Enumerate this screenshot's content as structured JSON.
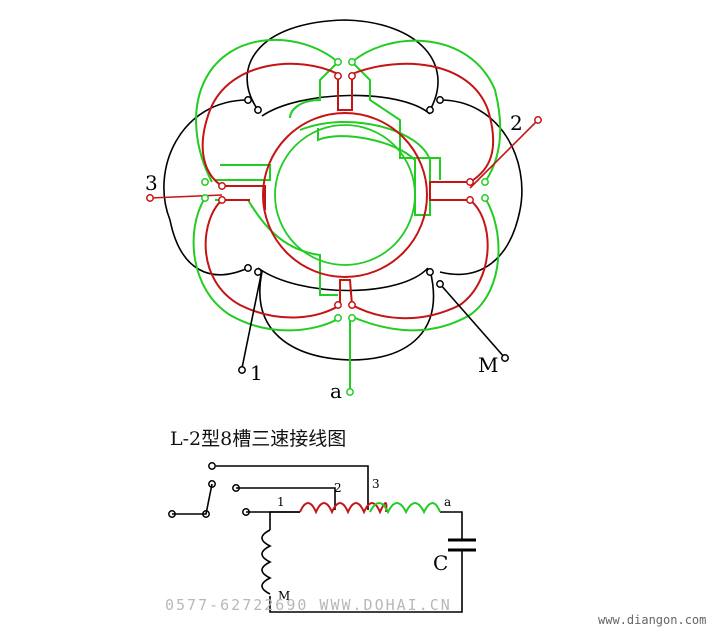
{
  "caption": "L-2型8槽三速接线图",
  "stator": {
    "terminals": {
      "t1": "1",
      "t2": "2",
      "t3": "3",
      "tM": "M",
      "ta": "a"
    }
  },
  "schematic": {
    "tap1": "1",
    "tap2": "2",
    "tap3": "3",
    "tapA": "a",
    "tapM": "M",
    "capacitor": "C"
  },
  "watermark": "0577-62722690  WWW.DOHAI.CN",
  "site": "www.diangon.com",
  "colors": {
    "red": "#c41414",
    "green": "#22cc22",
    "black": "#000000"
  }
}
